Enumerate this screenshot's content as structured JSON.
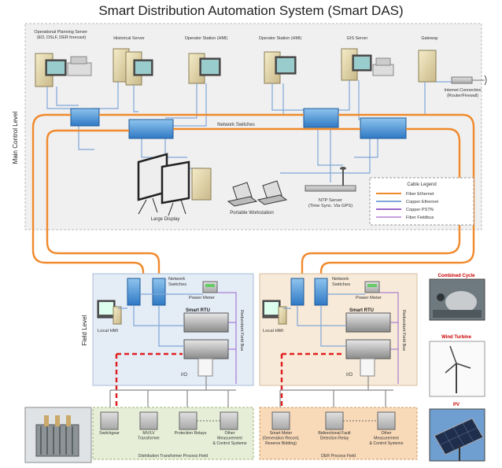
{
  "title": "Smart Distribution Automation System (Smart DAS)",
  "levels": {
    "main_control": "Main Control Level",
    "field": "Field Level"
  },
  "servers": [
    {
      "label": "Operational Planning Server\n(ED, DSLF, DER forecast)"
    },
    {
      "label": "Historical Server"
    },
    {
      "label": "Operator Station (HMI)"
    },
    {
      "label": "Operator Station (HMI)"
    },
    {
      "label": "GIS Server"
    },
    {
      "label": "Gateway"
    }
  ],
  "internet": "Internet Connection\n(Router/Firewall)",
  "network_switches": "Network Switches",
  "large_display": "Large Display",
  "portable_workstation": "Portable Workstation",
  "ntp_server": "NTP Server\n(Time Sync. Via GPS)",
  "cable_legend": {
    "title": "Cable Legend",
    "items": [
      {
        "label": "Fiber Ethernet",
        "color": "#f08a2c"
      },
      {
        "label": "Copper Ethernet",
        "color": "#7fa6d8"
      },
      {
        "label": "Copper PSTN",
        "color": "#9966cc"
      },
      {
        "label": "Fiber Fieldbus",
        "color": "#c9a0e0"
      }
    ]
  },
  "field_left": {
    "network_switches": "Network\nSwitches",
    "power_meter": "Power Meter",
    "smart_rtu": "Smart RTU",
    "local_hmi": "Local HMI",
    "redundant_bus": "Redundant Field Bus",
    "io": "I/O",
    "process_field": "Distribution Transformer Process Field",
    "devices": [
      "Switchgear",
      "MV/LV\nTransformer",
      "Protection Relays",
      "Other\nMeasurement\n& Control Systems"
    ]
  },
  "field_right": {
    "network_switches": "Network\nSwitches",
    "power_meter": "Power Meter",
    "smart_rtu": "Smart RTU",
    "local_hmi": "Local HMI",
    "redundant_bus": "Redundant Field Bus",
    "io": "I/O",
    "process_field": "DER Process Field",
    "devices": [
      "Smart Meter\n(Generation Record,\nReserve Bidding)",
      "Bidirectional Fault\nDetection Relay",
      "Other\nMeasurement\n& Control Systems"
    ]
  },
  "photos": [
    {
      "label": "Combined Cycle",
      "color": "#cc0000"
    },
    {
      "label": "Wind Turbine",
      "color": "#cc0000"
    },
    {
      "label": "PV",
      "color": "#cc0000"
    }
  ],
  "colors": {
    "fiber": "#f08a2c",
    "copper": "#7fa6d8",
    "pstn": "#9966cc",
    "dashed": "#e02020",
    "main_bg": "#f0f0f0",
    "field_left_bg": "#e4ecf6",
    "field_right_bg": "#f8ead8",
    "process_left_bg": "#e6eed8",
    "process_right_bg": "#f8d9b8"
  }
}
